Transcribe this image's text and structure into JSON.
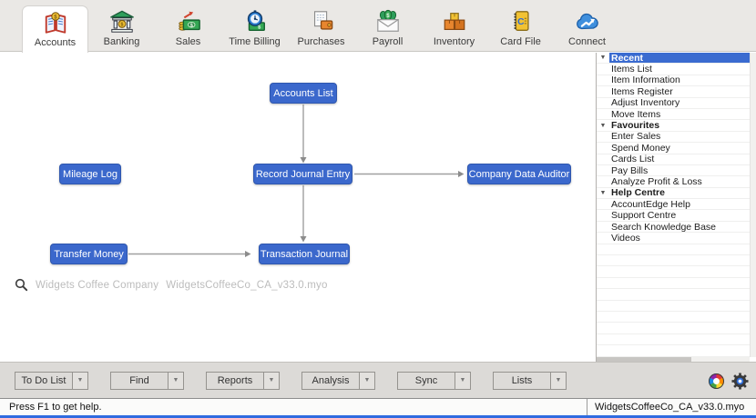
{
  "toolbar": {
    "tabs": [
      {
        "id": "accounts",
        "label": "Accounts",
        "icon": "accounts-icon",
        "active": true
      },
      {
        "id": "banking",
        "label": "Banking",
        "icon": "banking-icon",
        "active": false
      },
      {
        "id": "sales",
        "label": "Sales",
        "icon": "sales-icon",
        "active": false
      },
      {
        "id": "time-billing",
        "label": "Time Billing",
        "icon": "time-billing-icon",
        "active": false
      },
      {
        "id": "purchases",
        "label": "Purchases",
        "icon": "purchases-icon",
        "active": false
      },
      {
        "id": "payroll",
        "label": "Payroll",
        "icon": "payroll-icon",
        "active": false
      },
      {
        "id": "inventory",
        "label": "Inventory",
        "icon": "inventory-icon",
        "active": false
      },
      {
        "id": "card-file",
        "label": "Card File",
        "icon": "card-file-icon",
        "active": false
      },
      {
        "id": "connect",
        "label": "Connect",
        "icon": "connect-icon",
        "active": false
      }
    ]
  },
  "flowchart": {
    "nodes": [
      {
        "id": "accounts-list",
        "label": "Accounts List"
      },
      {
        "id": "mileage-log",
        "label": "Mileage Log"
      },
      {
        "id": "record-journal-entry",
        "label": "Record Journal Entry"
      },
      {
        "id": "company-data-auditor",
        "label": "Company Data Auditor"
      },
      {
        "id": "transfer-money",
        "label": "Transfer Money"
      },
      {
        "id": "transaction-journal",
        "label": "Transaction Journal"
      }
    ],
    "connections": [
      {
        "from": "accounts-list",
        "to": "record-journal-entry",
        "direction": "down"
      },
      {
        "from": "record-journal-entry",
        "to": "company-data-auditor",
        "direction": "right"
      },
      {
        "from": "record-journal-entry",
        "to": "transaction-journal",
        "direction": "down"
      },
      {
        "from": "transfer-money",
        "to": "transaction-journal",
        "direction": "right"
      }
    ],
    "company_name": "Widgets Coffee Company",
    "company_file": "WidgetsCoffeeCo_CA_v33.0.myo"
  },
  "sidebar": {
    "rows": [
      {
        "type": "header",
        "label": "Recent",
        "selected": true
      },
      {
        "type": "item",
        "label": "Items List"
      },
      {
        "type": "item",
        "label": "Item Information"
      },
      {
        "type": "item",
        "label": "Items Register"
      },
      {
        "type": "item",
        "label": "Adjust Inventory"
      },
      {
        "type": "item",
        "label": "Move Items"
      },
      {
        "type": "header",
        "label": "Favourites",
        "selected": false
      },
      {
        "type": "item",
        "label": "Enter Sales"
      },
      {
        "type": "item",
        "label": "Spend Money"
      },
      {
        "type": "item",
        "label": "Cards List"
      },
      {
        "type": "item",
        "label": "Pay Bills"
      },
      {
        "type": "item",
        "label": "Analyze Profit & Loss"
      },
      {
        "type": "header",
        "label": "Help Centre",
        "selected": false
      },
      {
        "type": "item",
        "label": "AccountEdge Help"
      },
      {
        "type": "item",
        "label": "Support Centre"
      },
      {
        "type": "item",
        "label": "Search Knowledge Base"
      },
      {
        "type": "item",
        "label": "Videos"
      },
      {
        "type": "empty"
      },
      {
        "type": "empty"
      },
      {
        "type": "empty"
      },
      {
        "type": "empty"
      },
      {
        "type": "empty"
      },
      {
        "type": "empty"
      },
      {
        "type": "empty"
      },
      {
        "type": "empty"
      },
      {
        "type": "empty"
      },
      {
        "type": "empty"
      }
    ]
  },
  "bottom_toolbar": {
    "buttons": [
      {
        "label": "To Do List"
      },
      {
        "label": "Find"
      },
      {
        "label": "Reports"
      },
      {
        "label": "Analysis"
      },
      {
        "label": "Sync"
      },
      {
        "label": "Lists"
      }
    ],
    "icons": [
      "color-wheel-icon",
      "settings-gear-icon"
    ]
  },
  "status_bar": {
    "left": "Press F1 to get help.",
    "right": "WidgetsCoffeeCo_CA_v33.0.myo"
  },
  "colors": {
    "accent_blue": "#3b68cc",
    "selected_row_blue": "#3a6bd0",
    "toolbar_bg": "#eae8e5",
    "bottom_bar_bg": "#dcdad7",
    "arrow_gray": "#8c8c8c",
    "window_strip_blue": "#2f6be0",
    "company_text_gray": "#bcbcbc"
  }
}
